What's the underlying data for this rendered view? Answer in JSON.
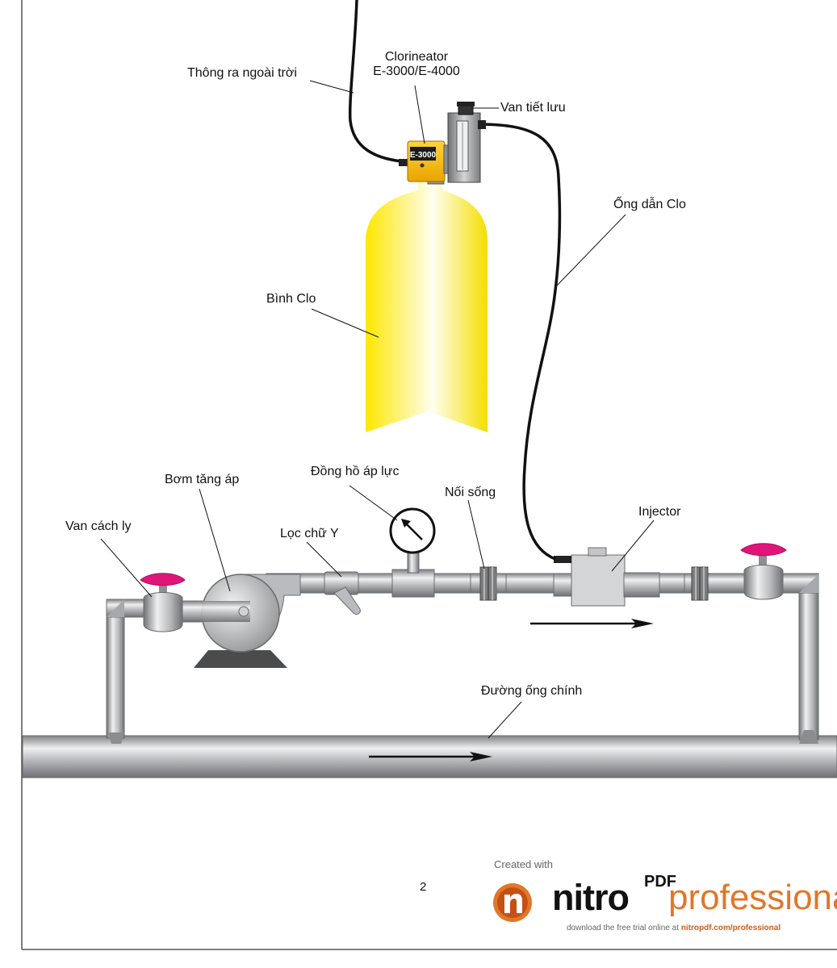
{
  "labels": {
    "vent": "Thông ra ngoài trời",
    "clorineator_line1": "Clorineator",
    "clorineator_line2": "E-3000/E-4000",
    "throttle_valve": "Van tiết lưu",
    "chlorine_pipe": "Ống dẫn Clo",
    "chlorine_cylinder": "Bình Clo",
    "pressure_gauge": "Đồng hồ áp lực",
    "booster_pump": "Bơm tăng áp",
    "union": "Nối sống",
    "isolation_valve": "Van cách ly",
    "y_strainer": "Lọc chữ Y",
    "injector": "Injector",
    "main_pipe": "Đường ống chính"
  },
  "device": {
    "model_badge": "E-3000"
  },
  "page": {
    "number": "2"
  },
  "watermark": {
    "created_with": "Created with",
    "brand": "nitro",
    "brand_sup": "PDF",
    "product": "professional",
    "download_text": "download the free trial online at",
    "download_url": "nitropdf.com/professional"
  },
  "colors": {
    "cylinder": "#fff200",
    "valve_handle": "#e0157a",
    "pipe": "#a6a8ab",
    "regulator_body": "#f3c01a",
    "brand_accent": "#e2762a"
  }
}
